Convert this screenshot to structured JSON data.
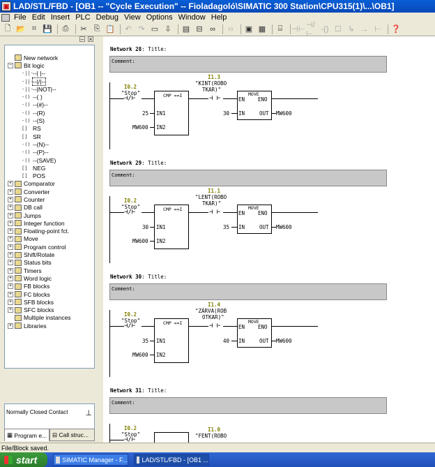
{
  "window": {
    "title": "LAD/STL/FBD  - [OB1 -- \"Cycle Execution\" -- Fioladagoló\\SIMATIC 300 Station\\CPU315(1)\\...\\OB1]"
  },
  "menu": [
    "File",
    "Edit",
    "Insert",
    "PLC",
    "Debug",
    "View",
    "Options",
    "Window",
    "Help"
  ],
  "toolbar_icons": [
    "new-icon",
    "open-icon",
    "network-icon",
    "save-icon",
    "print-icon",
    "cut-icon",
    "copy-icon",
    "paste-icon",
    "undo-icon",
    "redo-icon",
    "monitor-icon",
    "download-icon",
    "overview-icon",
    "ladder-icon",
    "address-icon",
    "catalog-icon",
    "program-icon",
    "switch-icon",
    "nc-contact-icon",
    "coil-icon",
    "box-icon",
    "branch-open-icon",
    "branch-close-icon",
    "help-icon"
  ],
  "tree": [
    {
      "label": "New network",
      "level": 0,
      "icon": "new-network-icon",
      "exp": ""
    },
    {
      "label": "Bit logic",
      "level": 0,
      "icon": "bitlogic-icon",
      "exp": "−"
    },
    {
      "label": "--| |--",
      "level": 1,
      "sym": "-||-"
    },
    {
      "label": "--|/|--",
      "level": 1,
      "sym": "-||-",
      "selected": true
    },
    {
      "label": "--|NOT|--",
      "level": 1,
      "sym": "-||-"
    },
    {
      "label": "--( )",
      "level": 1,
      "sym": "-()"
    },
    {
      "label": "--(#)--",
      "level": 1,
      "sym": "-()"
    },
    {
      "label": "--(R)",
      "level": 1,
      "sym": "-()"
    },
    {
      "label": "--(S)",
      "level": 1,
      "sym": "-()"
    },
    {
      "label": "RS",
      "level": 1,
      "sym": "[]"
    },
    {
      "label": "SR",
      "level": 1,
      "sym": "[]"
    },
    {
      "label": "--(N)--",
      "level": 1,
      "sym": "-()"
    },
    {
      "label": "--(P)--",
      "level": 1,
      "sym": "-()"
    },
    {
      "label": "--(SAVE)",
      "level": 1,
      "sym": "-()"
    },
    {
      "label": "NEG",
      "level": 1,
      "sym": "[]"
    },
    {
      "label": "POS",
      "level": 1,
      "sym": "[]"
    },
    {
      "label": "Comparator",
      "level": 0,
      "icon": "comparator-icon",
      "exp": "+"
    },
    {
      "label": "Converter",
      "level": 0,
      "icon": "converter-icon",
      "exp": "+"
    },
    {
      "label": "Counter",
      "level": 0,
      "icon": "counter-icon",
      "exp": "+"
    },
    {
      "label": "DB call",
      "level": 0,
      "icon": "db-call-icon",
      "exp": "+"
    },
    {
      "label": "Jumps",
      "level": 0,
      "icon": "jumps-icon",
      "exp": "+"
    },
    {
      "label": "Integer function",
      "level": 0,
      "icon": "integer-icon",
      "exp": "+"
    },
    {
      "label": "Floating-point fct.",
      "level": 0,
      "icon": "float-icon",
      "exp": "+"
    },
    {
      "label": "Move",
      "level": 0,
      "icon": "move-icon",
      "exp": "+"
    },
    {
      "label": "Program control",
      "level": 0,
      "icon": "program-control-icon",
      "exp": "+"
    },
    {
      "label": "Shift/Rotate",
      "level": 0,
      "icon": "shift-icon",
      "exp": "+"
    },
    {
      "label": "Status bits",
      "level": 0,
      "icon": "status-bits-icon",
      "exp": "+"
    },
    {
      "label": "Timers",
      "level": 0,
      "icon": "timers-icon",
      "exp": "+"
    },
    {
      "label": "Word logic",
      "level": 0,
      "icon": "word-logic-icon",
      "exp": "+"
    },
    {
      "label": "FB blocks",
      "level": 0,
      "icon": "fb-icon",
      "exp": "+"
    },
    {
      "label": "FC blocks",
      "level": 0,
      "icon": "fc-icon",
      "exp": "+"
    },
    {
      "label": "SFB blocks",
      "level": 0,
      "icon": "sfb-icon",
      "exp": "+"
    },
    {
      "label": "SFC blocks",
      "level": 0,
      "icon": "sfc-icon",
      "exp": "+"
    },
    {
      "label": "Multiple instances",
      "level": 0,
      "icon": "multi-instance-icon",
      "exp": ""
    },
    {
      "label": "Libraries",
      "level": 0,
      "icon": "libraries-icon",
      "exp": "+"
    }
  ],
  "info_text": "Normally Closed Contact",
  "tabs": [
    "Program e...",
    "Call struc..."
  ],
  "networks": [
    {
      "title": "Network 28",
      "title_suffix": ": Title:",
      "comment": "Comment:",
      "contact1_addr": "I0.2",
      "contact1_sym": "\"Stop\"",
      "cmp_label": "CMP ==I",
      "in1_val": "25",
      "in2_val": "MW600",
      "contact2_addr": "I1.3",
      "contact2_sym1": "\"KINT(ROBO",
      "contact2_sym2": "TKAR)\"",
      "move_label": "MOVE",
      "move_in": "30",
      "move_out": "MW600"
    },
    {
      "title": "Network 29",
      "title_suffix": ": Title:",
      "comment": "Comment:",
      "contact1_addr": "I0.2",
      "contact1_sym": "\"Stop\"",
      "cmp_label": "CMP ==I",
      "in1_val": "30",
      "in2_val": "MW600",
      "contact2_addr": "I1.1",
      "contact2_sym1": "\"LENT(ROBO",
      "contact2_sym2": "TKAR)\"",
      "move_label": "MOVE",
      "move_in": "35",
      "move_out": "MW600"
    },
    {
      "title": "Network 30",
      "title_suffix": ": Title:",
      "comment": "Comment:",
      "contact1_addr": "I0.2",
      "contact1_sym": "\"Stop\"",
      "cmp_label": "CMP ==I",
      "in1_val": "35",
      "in2_val": "MW600",
      "contact2_addr": "I1.4",
      "contact2_sym1": "\"ZÁRVA(ROB",
      "contact2_sym2": "OTKAR)\"",
      "move_label": "MOVE",
      "move_in": "40",
      "move_out": "MW600"
    },
    {
      "title": "Network 31",
      "title_suffix": ": Title:",
      "comment": "Comment:",
      "contact1_addr": "I0.2",
      "contact1_sym": "\"Stop\"",
      "contact2_addr": "I1.0",
      "contact2_sym1": "\"FENT(ROBO"
    }
  ],
  "pins": {
    "en": "EN",
    "eno": "ENO",
    "in": "IN",
    "out": "OUT",
    "in1": "IN1",
    "in2": "IN2"
  },
  "status": "File/Block saved.",
  "taskbar": {
    "start": "start",
    "items": [
      "SIMATIC Manager - F...",
      "LAD/STL/FBD - [OB1 ..."
    ]
  }
}
